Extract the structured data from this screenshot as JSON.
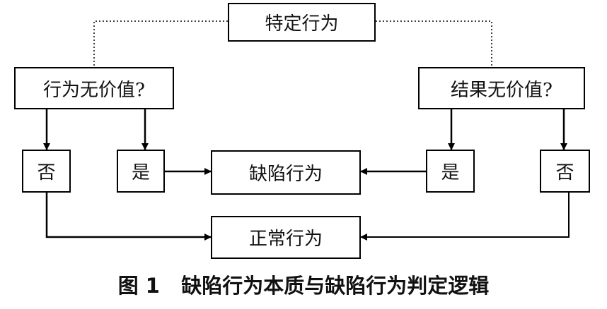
{
  "nodes": {
    "specific_act": "特定行为",
    "act_no_value": "行为无价值?",
    "result_no_value": "结果无价值?",
    "left_no": "否",
    "left_yes": "是",
    "defective_act": "缺陷行为",
    "right_yes": "是",
    "right_no": "否",
    "normal_act": "正常行为"
  },
  "caption": "图 1   缺陷行为本质与缺陷行为判定逻辑",
  "colors": {
    "line": "#000000",
    "text": "#111111",
    "background": "#ffffff"
  }
}
